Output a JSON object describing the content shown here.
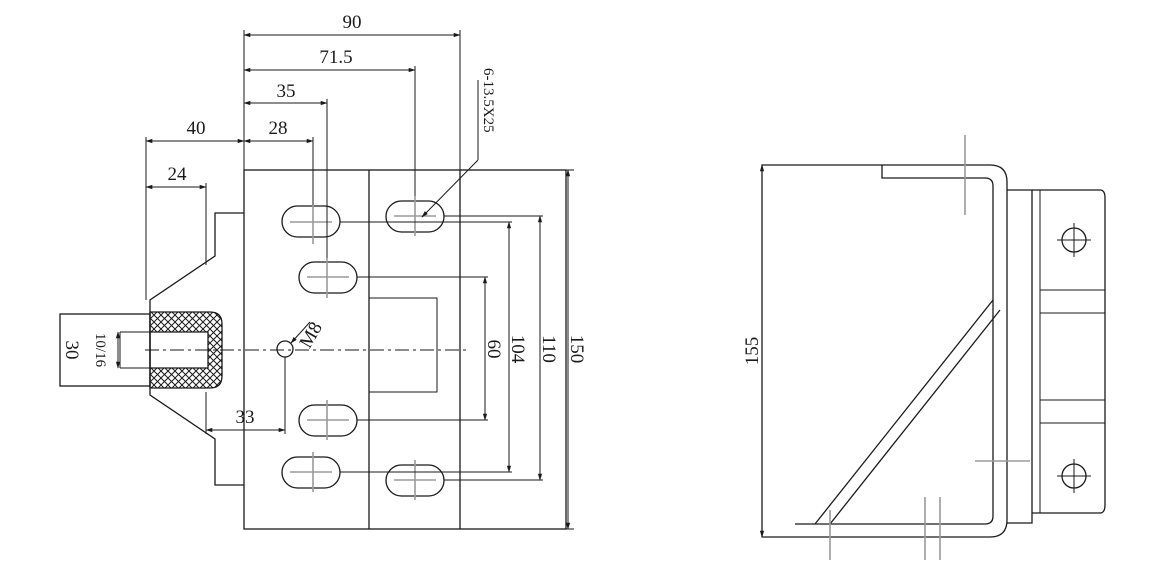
{
  "front_view": {
    "dim_90": "90",
    "dim_71_5": "71.5",
    "dim_35": "35",
    "dim_28": "28",
    "dim_40": "40",
    "dim_24": "24",
    "dim_33": "33",
    "dim_30": "30",
    "dim_10_16": "10/16",
    "dim_60": "60",
    "dim_104": "104",
    "dim_110": "110",
    "dim_150": "150",
    "slot_callout": "6-13.5X25",
    "thread_callout": "M8"
  },
  "side_view": {
    "dim_155": "155"
  }
}
